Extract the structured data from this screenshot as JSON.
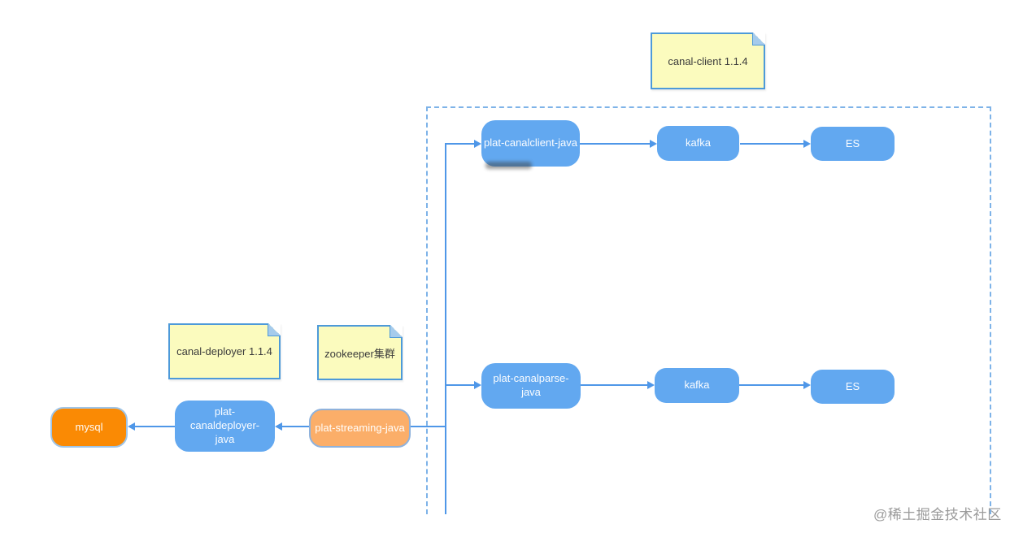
{
  "diagram": {
    "notes": {
      "canal_client": {
        "text": "canal-client 1.1.4"
      },
      "canal_deployer": {
        "text": "canal-deployer 1.1.4"
      },
      "zookeeper": {
        "text": "zookeeper集群"
      }
    },
    "nodes": {
      "plat_canalclient": {
        "label": "plat-canalclient-java"
      },
      "kafka_top": {
        "label": "kafka"
      },
      "es_top": {
        "label": "ES"
      },
      "plat_canalparse": {
        "label": "plat-canalparse-java"
      },
      "kafka_bottom": {
        "label": "kafka"
      },
      "es_bottom": {
        "label": "ES"
      },
      "mysql": {
        "label": "mysql"
      },
      "plat_canaldeployer": {
        "label": "plat-canaldeployer-java"
      },
      "plat_streaming": {
        "label": "plat-streaming-java"
      }
    },
    "colors": {
      "node_blue": "#62A8F0",
      "node_orange": "#FA8A04",
      "node_light_orange": "#FBAE69",
      "note_fill": "#FBFBBE",
      "note_border": "#4D9AD9",
      "connector_blue": "#4F97E8",
      "dashed_border_blue": "#7EB3E8",
      "watermark_gray": "#9B9B9B"
    }
  },
  "watermark": {
    "text": "@稀土掘金技术社区"
  }
}
